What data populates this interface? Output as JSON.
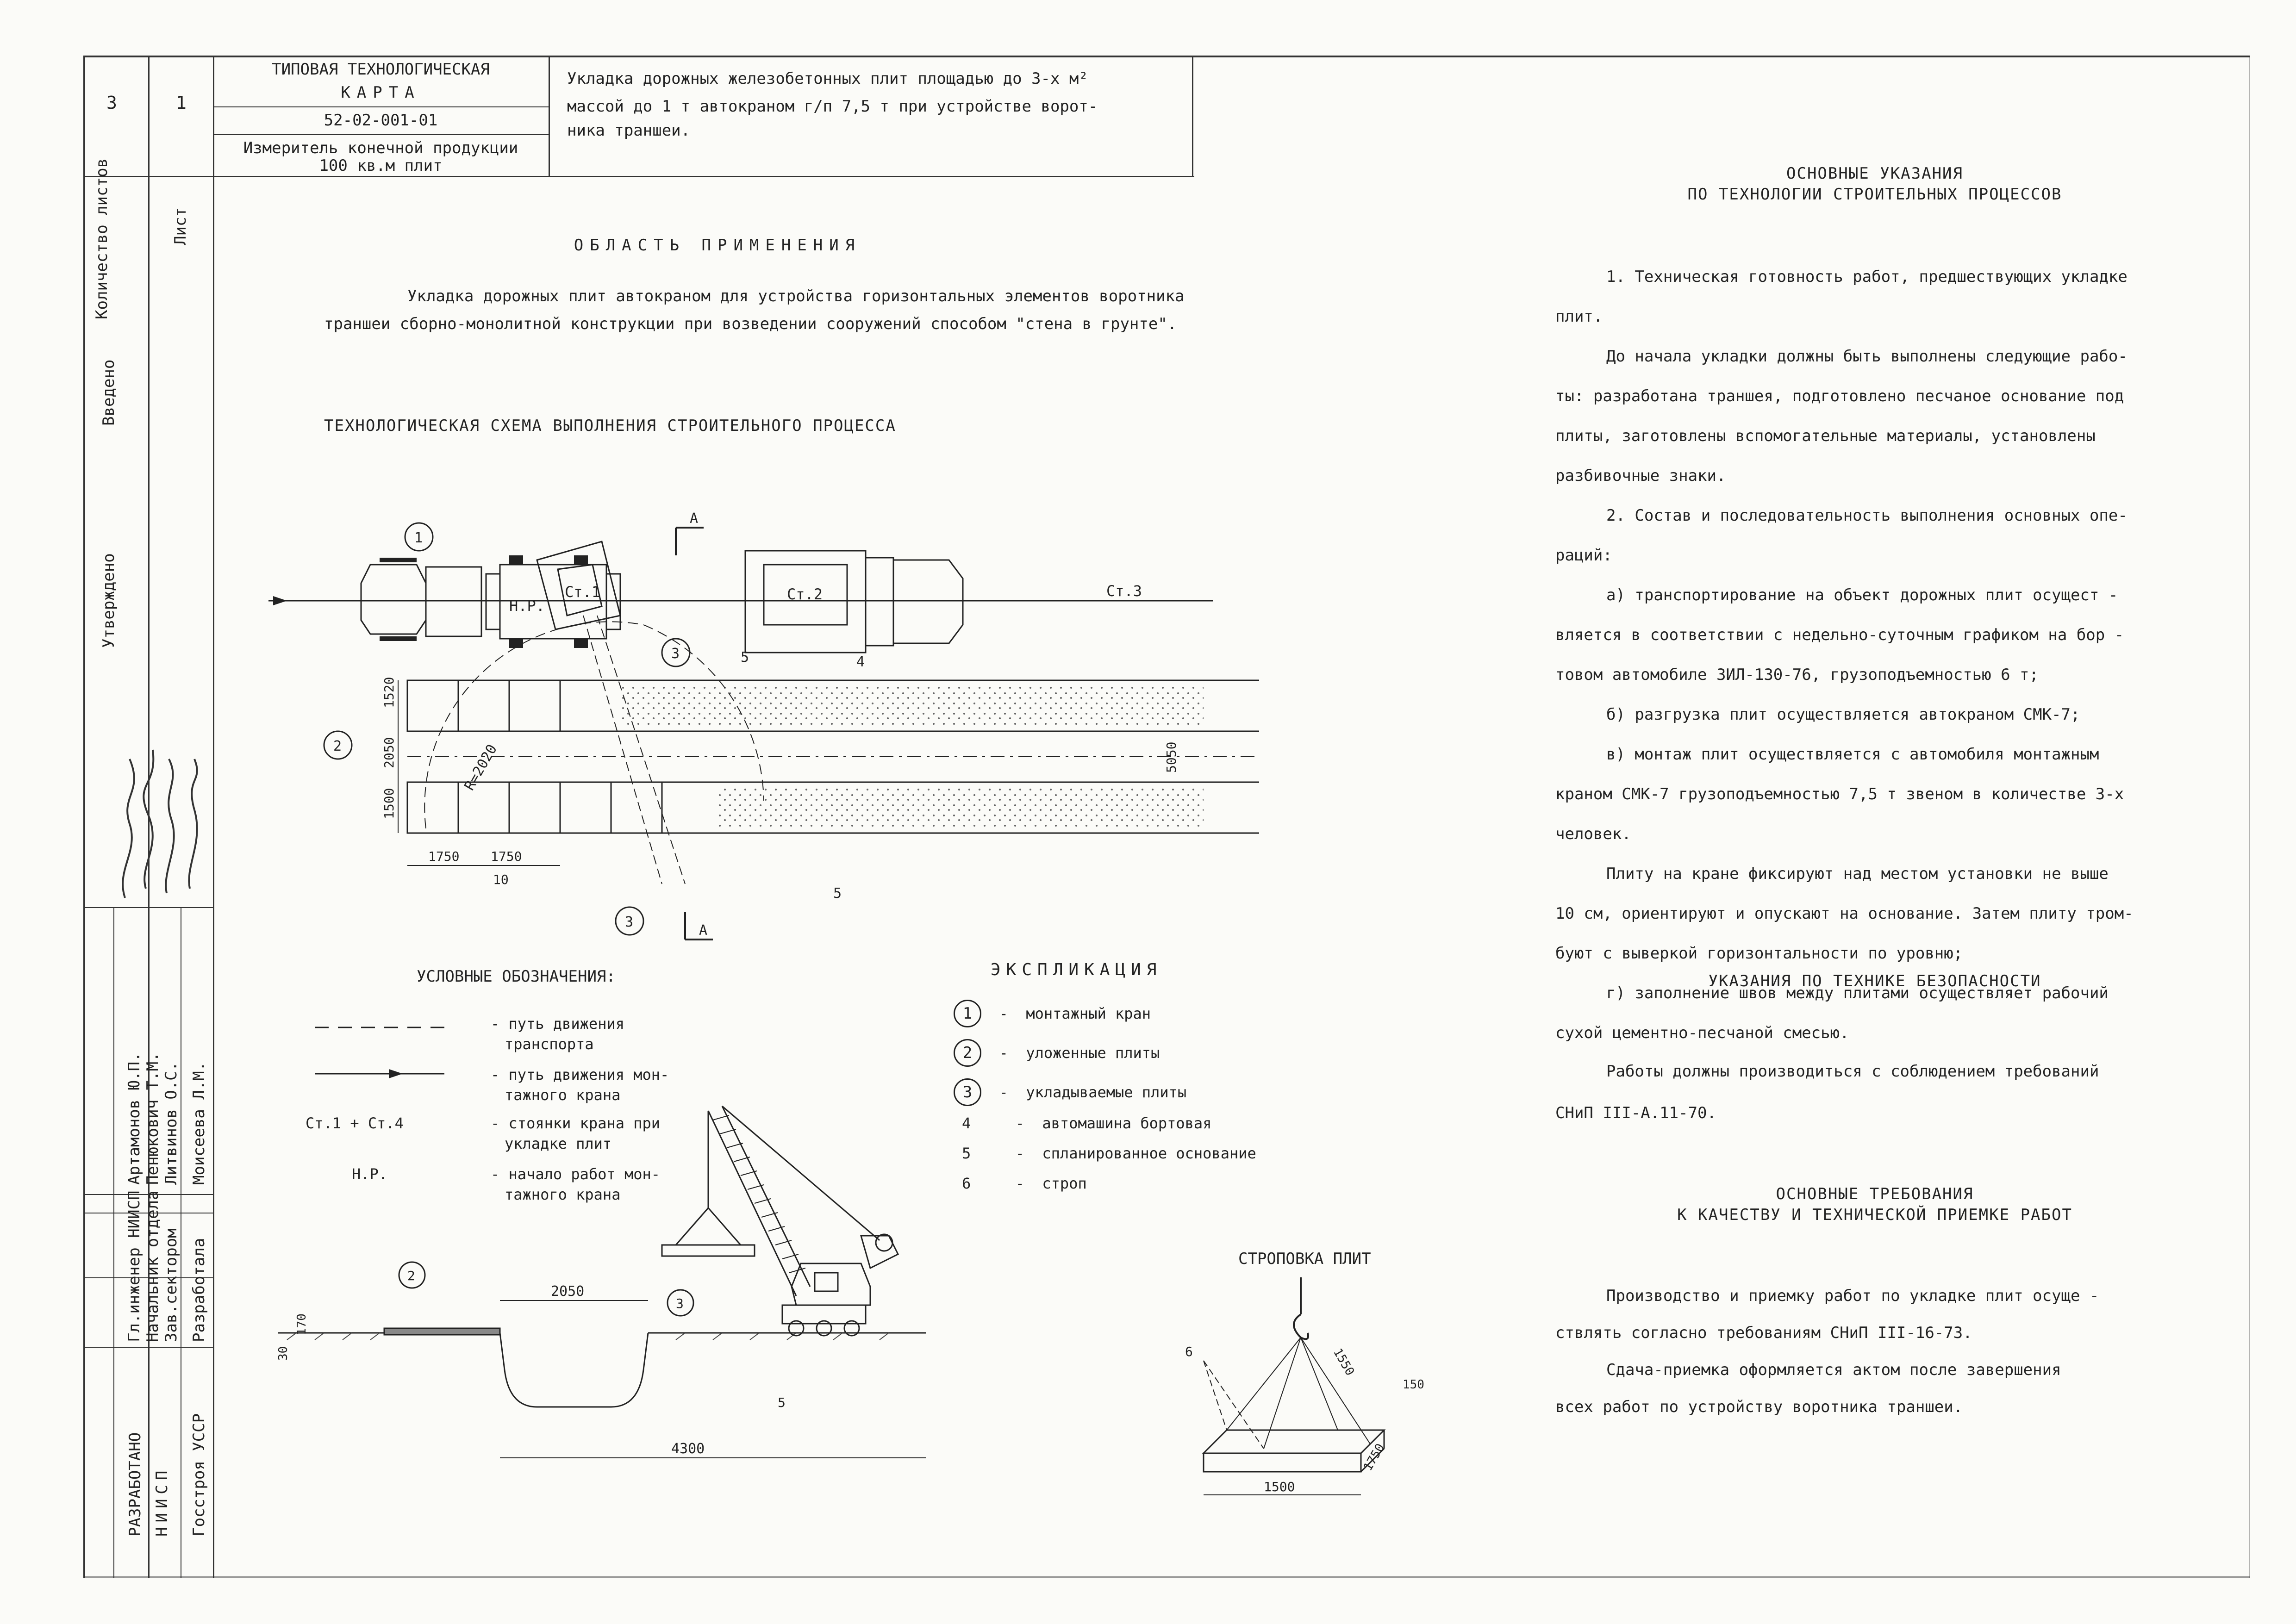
{
  "header": {
    "card_title_1": "ТИПОВАЯ ТЕХНОЛОГИЧЕСКАЯ",
    "card_title_2": "КАРТА",
    "card_code": "52-02-001-01",
    "measure_label_1": "Измеритель конечной продукции",
    "measure_label_2": "100 кв.м плит",
    "description_1": "Укладка дорожных железобетонных плит площадью до 3-х м²",
    "description_2": "массой до 1 т автокраном г/п 7,5 т при устройстве ворот-",
    "description_3": "ника траншеи.",
    "sheets_count": "3",
    "sheet_no": "1"
  },
  "sidebar": {
    "sheets_label": "Количество листов",
    "sheet_label": "Лист",
    "introduced_label": "Введено",
    "approved_label": "Утверждено",
    "dev_label_1": "РАЗРАБОТАНО",
    "dev_label_2": "НИИСП",
    "dev_label_3": "Госстроя УССР",
    "roles": [
      {
        "role": "Гл.инженер НИИСП",
        "name": "Артамонов Ю.П."
      },
      {
        "role": "Начальник отдела",
        "name": "Пенюкович Т.М."
      },
      {
        "role": "Зав.сектором",
        "name": "Литвинов О.С."
      },
      {
        "role": "Разработала",
        "name": "Моисеева Л.М."
      }
    ]
  },
  "scope": {
    "title": "ОБЛАСТЬ ПРИМЕНЕНИЯ",
    "text_1": "Укладка дорожных плит автокраном для устройства горизонтальных элементов воротника",
    "text_2": "траншеи сборно-монолитной конструкции при возведении сооружений способом \"стена в грунте\"."
  },
  "scheme": {
    "title": "ТЕХНОЛОГИЧЕСКАЯ СХЕМА ВЫПОЛНЕНИЯ СТРОИТЕЛЬНОГО ПРОЦЕССА",
    "label_np": "Н.Р.",
    "label_st1": "Ст.1",
    "label_st2": "Ст.2",
    "label_st3": "Ст.3",
    "label_section": "А",
    "label_radius": "R=2020",
    "dim_1520": "1520",
    "dim_2050": "2050",
    "dim_1500": "1500",
    "dim_5050": "5050",
    "dim_1750a": "1750",
    "dim_1750b": "1750",
    "dim_10": "10",
    "callouts": [
      "1",
      "2",
      "3",
      "3",
      "4",
      "5",
      "5"
    ]
  },
  "legend": {
    "title": "УСЛОВНЫЕ ОБОЗНАЧЕНИЯ:",
    "items": [
      {
        "key": "",
        "text_1": "- путь движения",
        "text_2": "транспорта"
      },
      {
        "key": "",
        "text_1": "- путь движения мон-",
        "text_2": "тажного крана"
      },
      {
        "key": "Ст.1 + Ст.4",
        "text_1": "- стоянки крана при",
        "text_2": "укладке плит"
      },
      {
        "key": "Н.Р.",
        "text_1": "- начало работ мон-",
        "text_2": "тажного крана"
      }
    ]
  },
  "explication": {
    "title": "ЭКСПЛИКАЦИЯ",
    "items": [
      {
        "num": "1",
        "text": "монтажный кран"
      },
      {
        "num": "2",
        "text": "уложенные плиты"
      },
      {
        "num": "3",
        "text": "укладываемые плиты"
      },
      {
        "num": "4",
        "text": "автомашина бортовая"
      },
      {
        "num": "5",
        "text": "спланированное основание"
      },
      {
        "num": "6",
        "text": "строп"
      }
    ]
  },
  "section_drawing": {
    "dim_2050": "2050",
    "dim_4300": "4300",
    "dim_30": "30",
    "dim_170": "170",
    "callout_2": "2",
    "callout_3": "3",
    "callout_5": "5"
  },
  "slinging": {
    "title": "СТРОПОВКА ПЛИТ",
    "dim_1500": "1500",
    "dim_1750": "1750",
    "dim_150": "150",
    "callout_6": "6",
    "dim_1550": "1550"
  },
  "instructions": {
    "title_1": "ОСНОВНЫЕ УКАЗАНИЯ",
    "title_2": "ПО ТЕХНОЛОГИИ СТРОИТЕЛЬНЫХ ПРОЦЕССОВ",
    "lines": [
      "1. Техническая готовность работ, предшествующих укладке",
      "плит.",
      "До начала укладки должны быть выполнены следующие рабо-",
      "ты: разработана траншея, подготовлено песчаное основание под",
      "плиты, заготовлены вспомогательные материалы, установлены",
      "разбивочные знаки.",
      "2. Состав и последовательность выполнения основных опе-",
      "раций:",
      "а) транспортирование на объект дорожных плит осущест -",
      "вляется в соответствии с недельно-суточным графиком на бор -",
      "товом автомобиле ЗИЛ-130-76, грузоподъемностью 6 т;",
      "б) разгрузка плит осуществляется автокраном СМК-7;",
      "в) монтаж плит осуществляется с автомобиля монтажным",
      "краном СМК-7 грузоподъемностью 7,5 т звеном в количестве  3-х",
      "человек.",
      "Плиту на кране фиксируют над местом установки не выше",
      "10 см, ориентируют и опускают на основание. Затем плиту тром-",
      "буют с выверкой горизонтальности по уровню;",
      "г) заполнение швов между плитами осуществляет рабочий",
      "сухой цементно-песчаной смесью."
    ]
  },
  "safety": {
    "title": "УКАЗАНИЯ ПО ТЕХНИКЕ БЕЗОПАСНОСТИ",
    "line_1": "Работы должны производиться с соблюдением требований",
    "line_2": "СНиП III-А.11-70."
  },
  "quality": {
    "title_1": "ОСНОВНЫЕ ТРЕБОВАНИЯ",
    "title_2": "К КАЧЕСТВУ И ТЕХНИЧЕСКОЙ ПРИЕМКЕ РАБОТ",
    "lines": [
      "Производство и приемку работ по укладке плит осуще -",
      "ствлять согласно требованиям СНиП III-16-73.",
      "Сдача-приемка оформляется актом после завершения",
      "всех работ по устройству воротника траншеи."
    ]
  }
}
